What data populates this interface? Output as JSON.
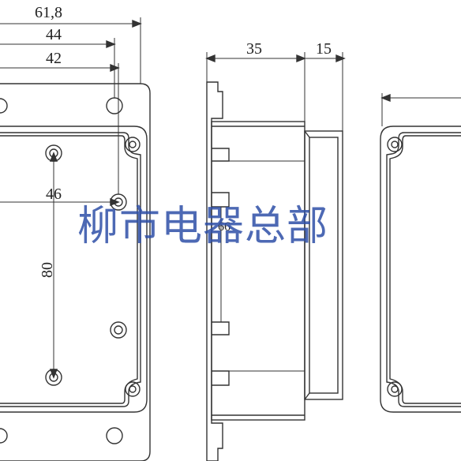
{
  "dimensions": {
    "overall_width": "61,8",
    "width_outer": "44",
    "width_inner": "42",
    "depth_body": "35",
    "depth_lid": "15",
    "height_inner_label": "46",
    "height_holes": "80",
    "side_label": "66"
  },
  "watermark": "柳市电器总部",
  "colors": {
    "line": "#333333",
    "watermark": "#2e4fa8"
  }
}
